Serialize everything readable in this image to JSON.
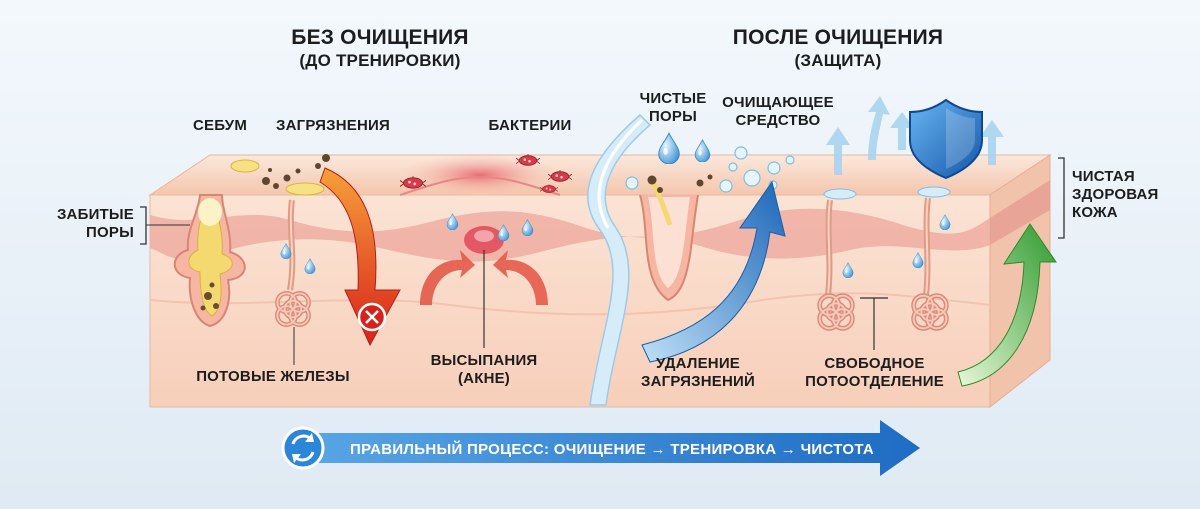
{
  "left_section": {
    "title": "БЕЗ ОЧИЩЕНИЯ",
    "subtitle": "(ДО ТРЕНИРОВКИ)",
    "labels": {
      "sebum": "СЕБУМ",
      "dirt": "ЗАГРЯЗНЕНИЯ",
      "bacteria": "БАКТЕРИИ",
      "clogged_pores": [
        "ЗАБИТЫЕ",
        "ПОРЫ"
      ],
      "sweat_glands": "ПОТОВЫЕ ЖЕЛЕЗЫ",
      "acne": [
        "ВЫСЫПАНИЯ",
        "(АКНЕ)"
      ]
    }
  },
  "right_section": {
    "title": "ПОСЛЕ ОЧИЩЕНИЯ",
    "subtitle": "(ЗАЩИТА)",
    "labels": {
      "clean_pores": [
        "ЧИСТЫЕ",
        "ПОРЫ"
      ],
      "cleanser": [
        "ОЧИЩАЮЩЕЕ",
        "СРЕДСТВО"
      ],
      "dirt_removal": [
        "УДАЛЕНИЕ",
        "ЗАГРЯЗНЕНИЙ"
      ],
      "free_sweating": [
        "СВОБОДНОЕ",
        "ПОТООТДЕЛЕНИЕ"
      ],
      "healthy_skin": [
        "ЧИСТАЯ",
        "ЗДОРОВАЯ",
        "КОЖА"
      ]
    }
  },
  "process_banner": {
    "text": "ПРАВИЛЬНЫЙ ПРОЦЕСС: ОЧИЩЕНИЕ → ТРЕНИРОВКА → ЧИСТОТА",
    "icon": "refresh-cycle-icon"
  },
  "icons": [
    "shield-icon",
    "prohibited-icon",
    "water-drop-icon",
    "bacteria-icon"
  ],
  "colors": {
    "skin_top": "#f6cdb4",
    "skin_body": "#f9d9c6",
    "dermis_band": "#eaa49b",
    "red_arrow": "#e0301e",
    "blue_arrow": "#1f6fc0",
    "green_arrow": "#3aa63a",
    "shield": "#1f78d1",
    "banner": "#1f78d1"
  }
}
